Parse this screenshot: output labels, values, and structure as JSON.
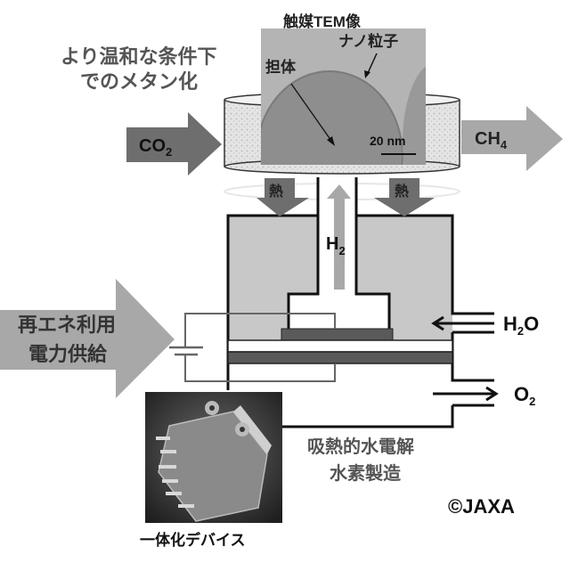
{
  "tem_title": "触媒TEM像",
  "condition_line1": "より温和な条件下",
  "condition_line2": "でのメタン化",
  "nanoparticle_label": "ナノ粒子",
  "support_label": "担体",
  "scale_bar_label": "20 nm",
  "co2": {
    "main": "CO",
    "sub": "2"
  },
  "ch4": {
    "main": "CH",
    "sub": "4"
  },
  "heat_label": "熱",
  "h2": {
    "main": "H",
    "sub": "2"
  },
  "h2o": {
    "main": "H",
    "sub": "2",
    "tail": "O"
  },
  "o2": {
    "main": "O",
    "sub": "2"
  },
  "power_line1": "再エネ利用",
  "power_line2": "電力供給",
  "electrolysis_line1": "吸熱的水電解",
  "electrolysis_line2": "水素製造",
  "device_caption": "一体化デバイス",
  "copyright": "©JAXA",
  "colors": {
    "arrow_dark": "#6e6e6e",
    "arrow_light": "#a8a8a8",
    "cell_fill": "#c8c8c8",
    "electrode": "#5a5a5a",
    "text_gray": "#555555"
  }
}
